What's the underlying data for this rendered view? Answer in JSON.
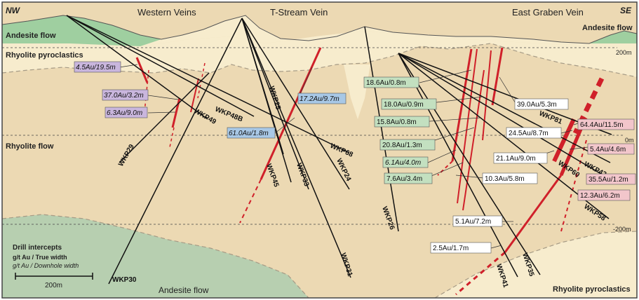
{
  "corners": {
    "left": "NW",
    "right": "SE"
  },
  "vein_titles": [
    "Western Veins",
    "T-Stream Vein",
    "East Graben Vein"
  ],
  "units": {
    "andesite_top_left": "Andesite flow",
    "andesite_top_right": "Andesite flow",
    "rhyolite_pyro_top": "Rhyolite pyroclastics",
    "rhyolite_flow": "Rhyolite flow",
    "andesite_bottom": "Andesite flow",
    "rhyolite_pyro_bottom": "Rhyolite pyroclastics"
  },
  "elevations": [
    "200m",
    "0m",
    "-200m"
  ],
  "legend": {
    "title": "Drill intercepts",
    "line1": "g/t Au / True width",
    "line2": "g/t Au / Downhole width",
    "scale": "200m"
  },
  "drillholes": [
    "WKP29",
    "WKP30",
    "WKP49",
    "WKP48B",
    "WKP45",
    "WKP25",
    "WKP33",
    "WKP24",
    "WKP68",
    "WKP26",
    "WKP31",
    "WKP41",
    "WKP35",
    "WKP58",
    "WKP60",
    "WKP42",
    "WKP81"
  ],
  "intercepts": [
    {
      "text": "4.5Au/19.5m",
      "style": "purple-italic"
    },
    {
      "text": "37.0Au/3.2m",
      "style": "purple-italic"
    },
    {
      "text": "6.3Au/9.0m",
      "style": "purple-italic"
    },
    {
      "text": "61.0Au/1.8m",
      "style": "blue-italic"
    },
    {
      "text": "17.2Au/9.7m",
      "style": "blue-italic"
    },
    {
      "text": "18.6Au/0.8m",
      "style": "green"
    },
    {
      "text": "18.0Au/0.9m",
      "style": "green"
    },
    {
      "text": "15.8Au/0.8m",
      "style": "green"
    },
    {
      "text": "20.8Au/1.3m",
      "style": "green"
    },
    {
      "text": "6.1Au/4.0m",
      "style": "green-italic"
    },
    {
      "text": "7.6Au/3.4m",
      "style": "green"
    },
    {
      "text": "39.0Au/5.3m",
      "style": "white"
    },
    {
      "text": "24.5Au/8.7m",
      "style": "white"
    },
    {
      "text": "21.1Au/9.0m",
      "style": "white"
    },
    {
      "text": "10.3Au/5.8m",
      "style": "white"
    },
    {
      "text": "5.1Au/7.2m",
      "style": "white"
    },
    {
      "text": "2.5Au/1.7m",
      "style": "white"
    },
    {
      "text": "64.4Au/11.5m",
      "style": "pink"
    },
    {
      "text": "5.4Au/4.6m",
      "style": "pink"
    },
    {
      "text": "35.5Au/1.2m",
      "style": "pink"
    },
    {
      "text": "12.3Au/6.2m",
      "style": "pink"
    }
  ],
  "colors": {
    "andesite": "#9fcfa0",
    "rhyolite_light": "#f7eccd",
    "rhyolite_flow": "#ecd9b3",
    "andesite_bottom": "#b7cfb0",
    "vein": "#d0202a",
    "purple_box": "#c9b6dd",
    "blue_box": "#a8c8e6",
    "green_box": "#c3e0c0",
    "pink_box": "#f2c6cb"
  }
}
